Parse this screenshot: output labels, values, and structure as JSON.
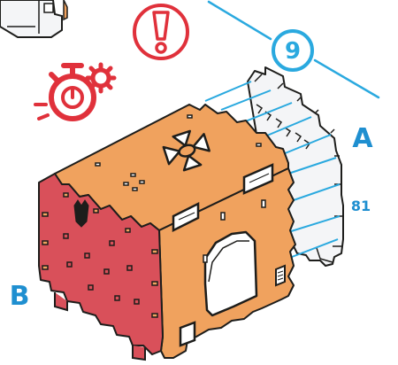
{
  "step": {
    "number": "9"
  },
  "labels": {
    "part_a": "A",
    "part_b": "B",
    "count": "81"
  },
  "icons": {
    "warning": "exclamation-circle-icon",
    "timer": "stopwatch-gear-icon"
  },
  "colors": {
    "red_panel": "#d9505a",
    "orange_body": "#f0a25e",
    "white_panel": "#f4f5f7",
    "step_accent": "#2aa9df",
    "label_blue": "#1f8fd0",
    "icon_red": "#e0313b",
    "outline": "#1d1d1b"
  }
}
